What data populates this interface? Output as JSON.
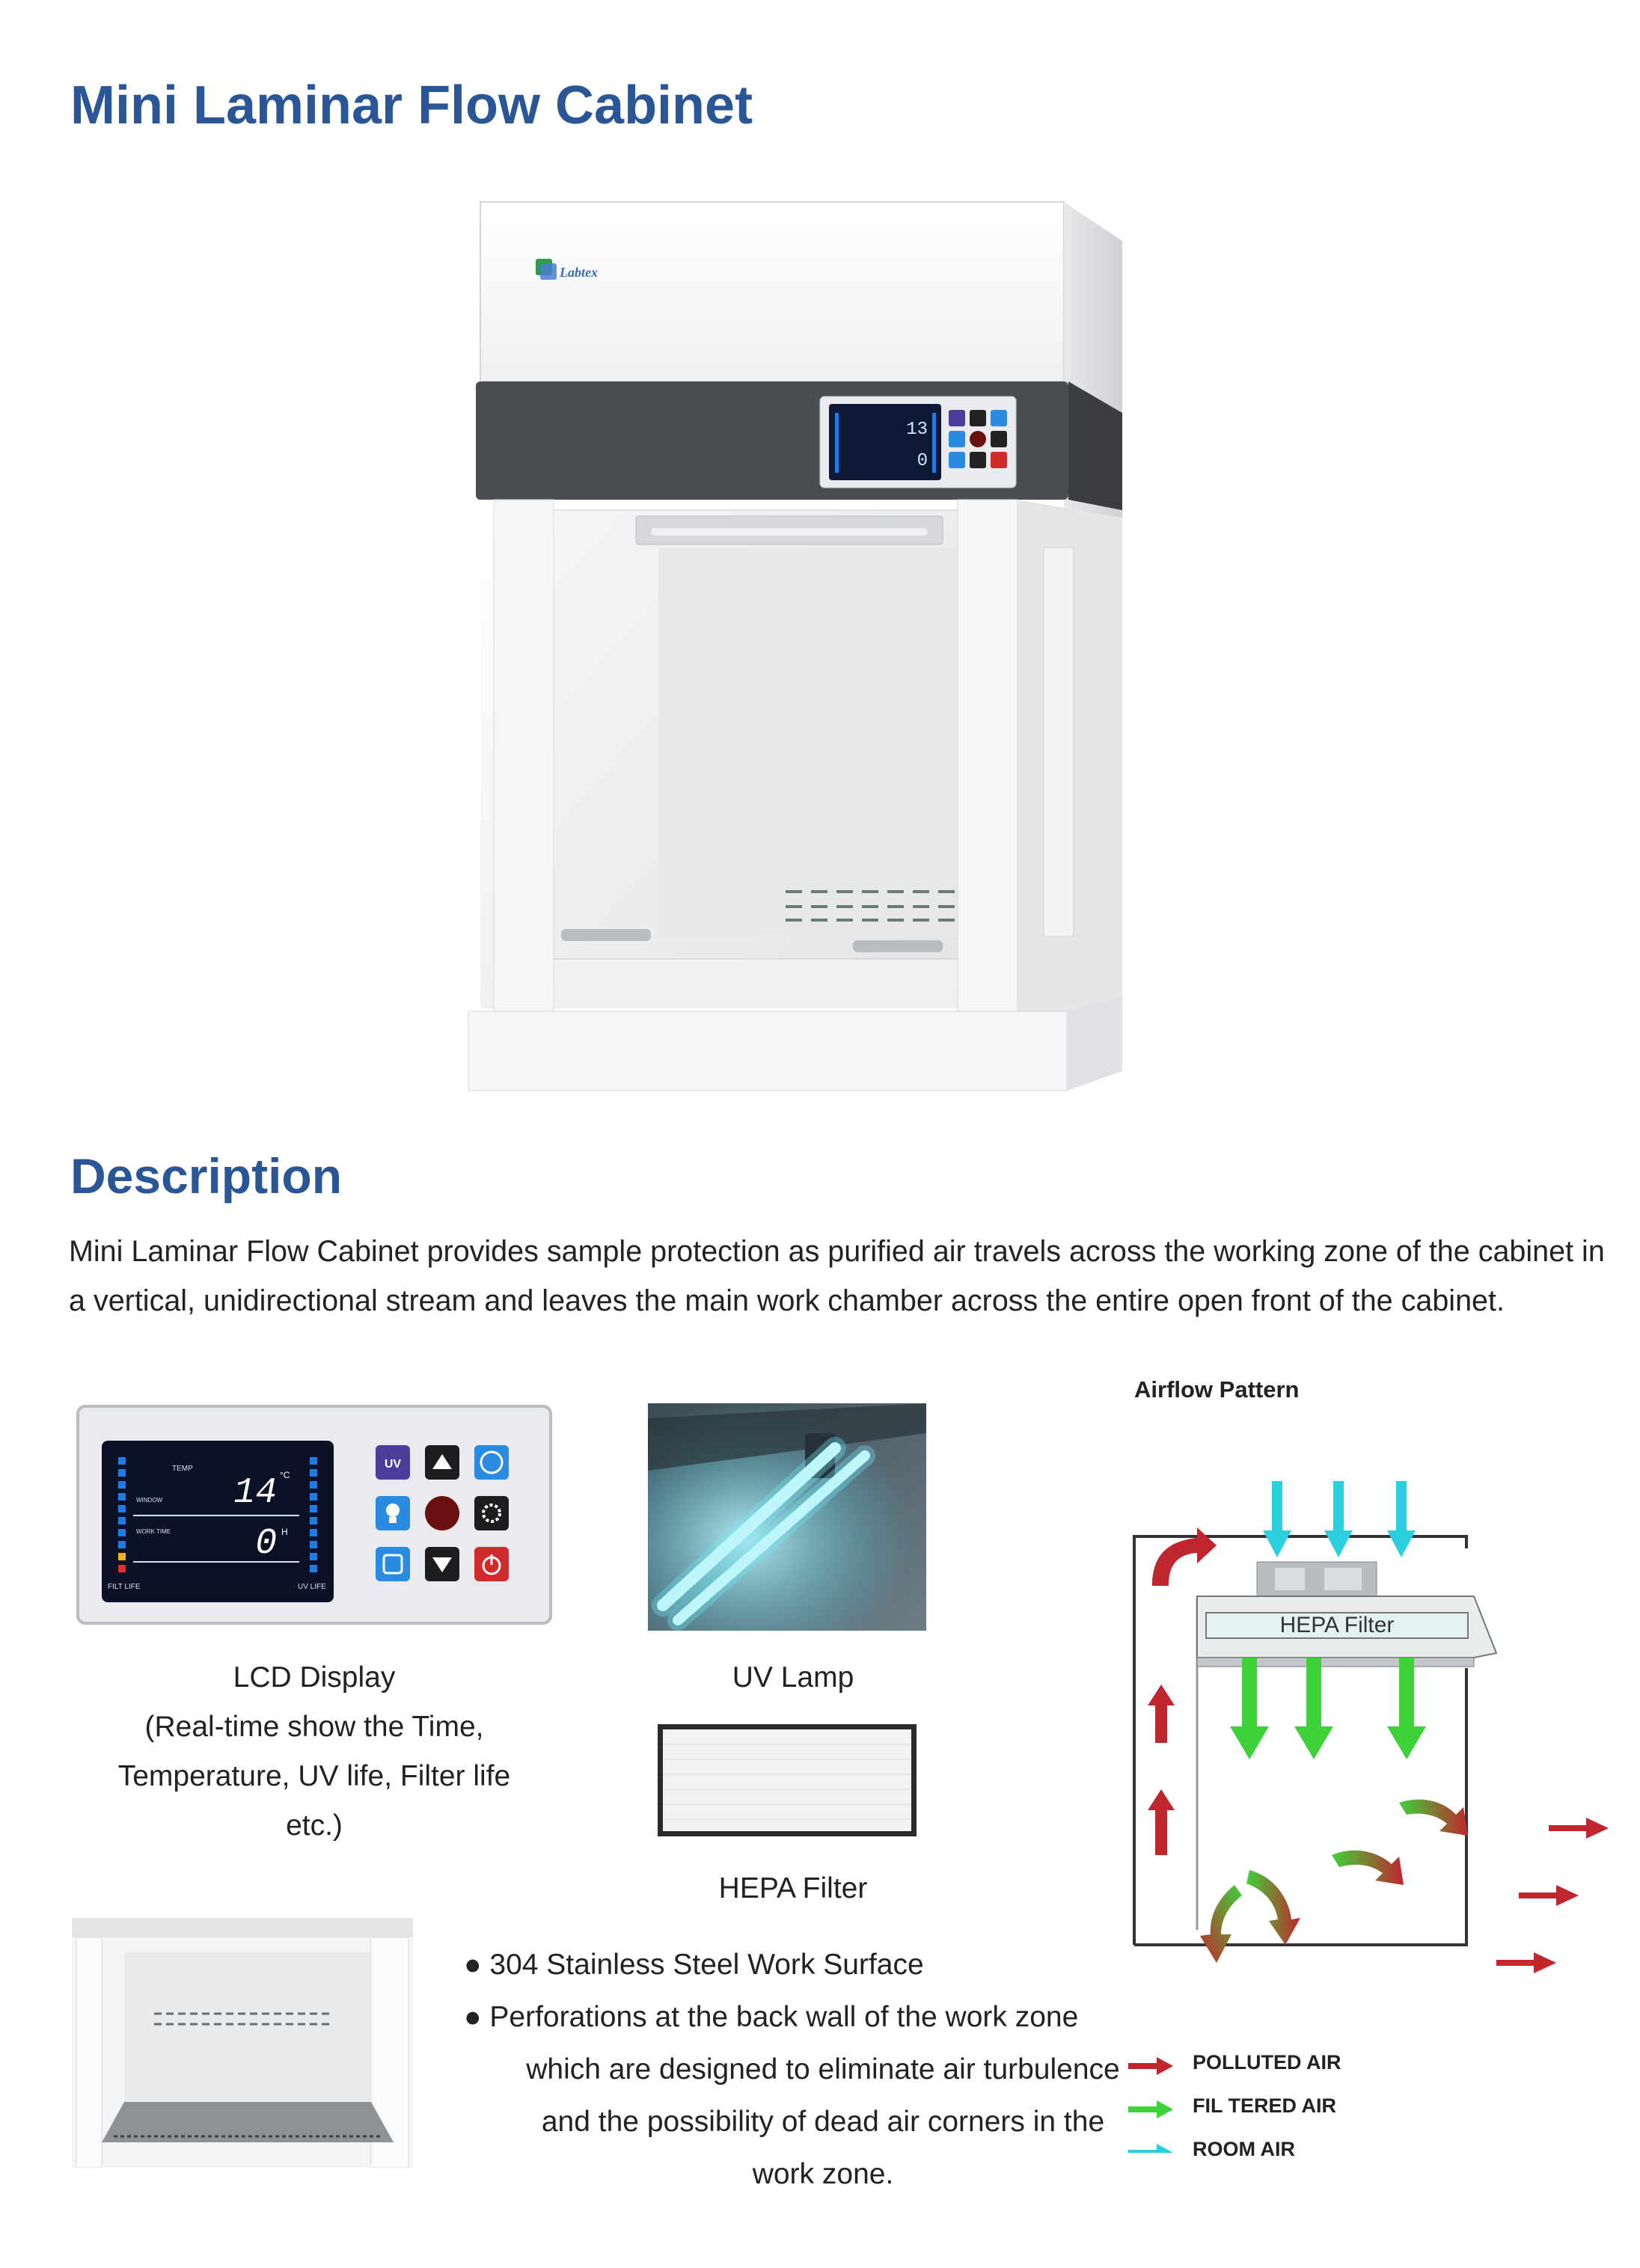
{
  "page": {
    "title": "Mini Laminar Flow Cabinet",
    "description_heading": "Description",
    "description_text": "Mini Laminar Flow Cabinet provides sample protection as purified air travels across the working zone of the cabinet in a vertical, unidirectional stream and leaves the main work chamber across the entire open front of the cabinet."
  },
  "product_image": {
    "brand": "Labtex",
    "display_top": "13",
    "display_bottom": "0"
  },
  "lcd": {
    "caption_line1": "LCD Display",
    "caption_line2": "(Real-time show the Time,",
    "caption_line3": "Temperature, UV life, Filter life",
    "caption_line4": "etc.)",
    "temp_value": "14",
    "temp_unit": "°C",
    "timer_value": "0",
    "timer_unit": "H",
    "label_temp": "TEMP",
    "label_window": "WINDOW",
    "label_work_time": "WORK TIME",
    "label_filt_life": "FILT LIFE",
    "label_uv_life": "UV LIFE",
    "button_uv": "UV"
  },
  "uv_lamp": {
    "caption": "UV Lamp"
  },
  "hepa": {
    "caption": "HEPA Filter"
  },
  "airflow": {
    "title": "Airflow Pattern",
    "filter_label": "HEPA Filter",
    "legend": [
      {
        "label": "POLLUTED AIR",
        "color": "#c0262d"
      },
      {
        "label": "FIL TERED AIR",
        "color": "#3fd13a"
      },
      {
        "label": "ROOM AIR",
        "color": "#2ad0e0"
      }
    ]
  },
  "features": {
    "item1": "● 304 Stainless Steel Work Surface",
    "item2_line1": "● Perforations at the back wall of the work zone",
    "item2_line2": "which are designed to eliminate air turbulence",
    "item2_line3": "and the possibility of dead air corners in the",
    "item2_line4": "work zone."
  },
  "colors": {
    "heading": "#2a5597",
    "panel_dark": "#4a4d52",
    "polluted": "#c0262d",
    "filtered": "#3fd13a",
    "room": "#2ad0e0"
  }
}
